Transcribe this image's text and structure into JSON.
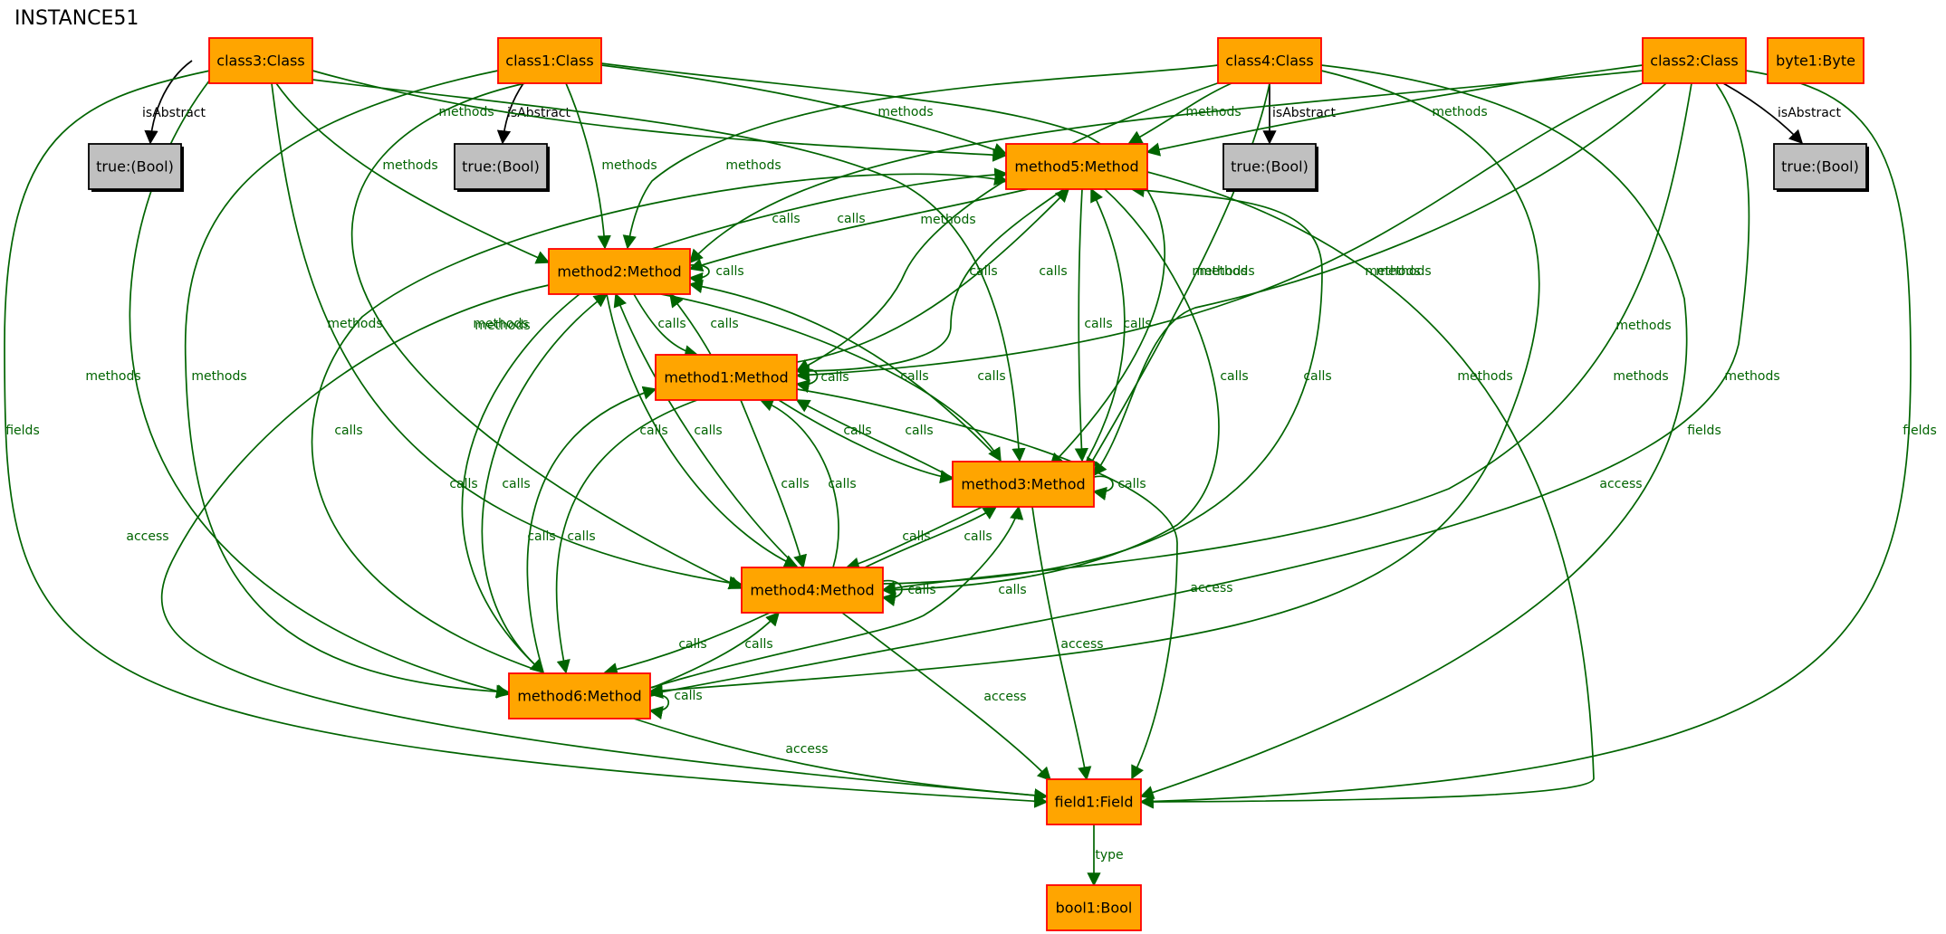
{
  "title": "INSTANCE51",
  "colors": {
    "object_fill": "#ffa500",
    "value_fill": "#c0c0c0",
    "node_border": "#ff0000",
    "value_border": "#000000",
    "edge_green": "#006400",
    "edge_black": "#000000",
    "label_green": "#006400",
    "label_black": "#000000"
  },
  "nodes": [
    {
      "id": "class3",
      "label": "class3:Class",
      "kind": "object"
    },
    {
      "id": "class1",
      "label": "class1:Class",
      "kind": "object"
    },
    {
      "id": "class4",
      "label": "class4:Class",
      "kind": "object"
    },
    {
      "id": "class2",
      "label": "class2:Class",
      "kind": "object"
    },
    {
      "id": "byte1",
      "label": "byte1:Byte",
      "kind": "object"
    },
    {
      "id": "true3",
      "label": "true:(Bool)",
      "kind": "value"
    },
    {
      "id": "true1",
      "label": "true:(Bool)",
      "kind": "value"
    },
    {
      "id": "true4",
      "label": "true:(Bool)",
      "kind": "value"
    },
    {
      "id": "true2",
      "label": "true:(Bool)",
      "kind": "value"
    },
    {
      "id": "method5",
      "label": "method5:Method",
      "kind": "object"
    },
    {
      "id": "method2",
      "label": "method2:Method",
      "kind": "object"
    },
    {
      "id": "method1",
      "label": "method1:Method",
      "kind": "object"
    },
    {
      "id": "method3",
      "label": "method3:Method",
      "kind": "object"
    },
    {
      "id": "method4",
      "label": "method4:Method",
      "kind": "object"
    },
    {
      "id": "method6",
      "label": "method6:Method",
      "kind": "object"
    },
    {
      "id": "field1",
      "label": "field1:Field",
      "kind": "object"
    },
    {
      "id": "bool1",
      "label": "bool1:Bool",
      "kind": "object"
    }
  ],
  "edges": [
    {
      "from": "class3",
      "to": "true3",
      "label": "isAbstract"
    },
    {
      "from": "class1",
      "to": "true1",
      "label": "isAbstract"
    },
    {
      "from": "class4",
      "to": "true4",
      "label": "isAbstract"
    },
    {
      "from": "class2",
      "to": "true2",
      "label": "isAbstract"
    },
    {
      "from": "class3",
      "to": "method5",
      "label": "methods"
    },
    {
      "from": "class3",
      "to": "method2",
      "label": "methods"
    },
    {
      "from": "class3",
      "to": "method4",
      "label": "methods"
    },
    {
      "from": "class3",
      "to": "method6",
      "label": "methods"
    },
    {
      "from": "class3",
      "to": "method3",
      "label": "methods"
    },
    {
      "from": "class3",
      "to": "field1",
      "label": "fields"
    },
    {
      "from": "class1",
      "to": "method5",
      "label": "methods"
    },
    {
      "from": "class1",
      "to": "method2",
      "label": "methods"
    },
    {
      "from": "class1",
      "to": "method4",
      "label": "methods"
    },
    {
      "from": "class1",
      "to": "method6",
      "label": "methods"
    },
    {
      "from": "class1",
      "to": "method3",
      "label": "methods"
    },
    {
      "from": "class4",
      "to": "method5",
      "label": "methods"
    },
    {
      "from": "class4",
      "to": "method2",
      "label": "methods"
    },
    {
      "from": "class4",
      "to": "method1",
      "label": "methods"
    },
    {
      "from": "class4",
      "to": "method3",
      "label": "methods"
    },
    {
      "from": "class4",
      "to": "method6",
      "label": "methods"
    },
    {
      "from": "class4",
      "to": "field1",
      "label": "fields"
    },
    {
      "from": "class2",
      "to": "method5",
      "label": "methods"
    },
    {
      "from": "class2",
      "to": "method2",
      "label": "methods"
    },
    {
      "from": "class2",
      "to": "method1",
      "label": "methods"
    },
    {
      "from": "class2",
      "to": "method3",
      "label": "methods"
    },
    {
      "from": "class2",
      "to": "method4",
      "label": "methods"
    },
    {
      "from": "class2",
      "to": "method6",
      "label": "methods"
    },
    {
      "from": "class2",
      "to": "field1",
      "label": "fields"
    },
    {
      "from": "method2",
      "to": "method5",
      "label": "calls"
    },
    {
      "from": "method5",
      "to": "method2",
      "label": "calls"
    },
    {
      "from": "method2",
      "to": "method2",
      "label": "calls"
    },
    {
      "from": "method2",
      "to": "method1",
      "label": "calls"
    },
    {
      "from": "method1",
      "to": "method2",
      "label": "calls"
    },
    {
      "from": "method2",
      "to": "method3",
      "label": "calls"
    },
    {
      "from": "method3",
      "to": "method2",
      "label": "calls"
    },
    {
      "from": "method2",
      "to": "method4",
      "label": "calls"
    },
    {
      "from": "method4",
      "to": "method2",
      "label": "calls"
    },
    {
      "from": "method2",
      "to": "method6",
      "label": "calls"
    },
    {
      "from": "method6",
      "to": "method2",
      "label": "calls"
    },
    {
      "from": "method2",
      "to": "field1",
      "label": "access"
    },
    {
      "from": "method5",
      "to": "method1",
      "label": "calls"
    },
    {
      "from": "method1",
      "to": "method5",
      "label": "calls"
    },
    {
      "from": "method5",
      "to": "method3",
      "label": "calls"
    },
    {
      "from": "method3",
      "to": "method5",
      "label": "calls"
    },
    {
      "from": "method5",
      "to": "method4",
      "label": "calls"
    },
    {
      "from": "method4",
      "to": "method5",
      "label": "calls"
    },
    {
      "from": "method6",
      "to": "method5",
      "label": "calls"
    },
    {
      "from": "method5",
      "to": "field1",
      "label": "access"
    },
    {
      "from": "method1",
      "to": "method1",
      "label": "calls"
    },
    {
      "from": "method1",
      "to": "method3",
      "label": "calls"
    },
    {
      "from": "method3",
      "to": "method1",
      "label": "calls"
    },
    {
      "from": "method1",
      "to": "method4",
      "label": "calls"
    },
    {
      "from": "method4",
      "to": "method1",
      "label": "calls"
    },
    {
      "from": "method1",
      "to": "method6",
      "label": "calls"
    },
    {
      "from": "method6",
      "to": "method1",
      "label": "calls"
    },
    {
      "from": "method1",
      "to": "field1",
      "label": "access"
    },
    {
      "from": "method3",
      "to": "method3",
      "label": "calls"
    },
    {
      "from": "method3",
      "to": "method4",
      "label": "calls"
    },
    {
      "from": "method4",
      "to": "method3",
      "label": "calls"
    },
    {
      "from": "method6",
      "to": "method3",
      "label": "calls"
    },
    {
      "from": "method3",
      "to": "field1",
      "label": "access"
    },
    {
      "from": "method4",
      "to": "method4",
      "label": "calls"
    },
    {
      "from": "method4",
      "to": "method6",
      "label": "calls"
    },
    {
      "from": "method6",
      "to": "method4",
      "label": "calls"
    },
    {
      "from": "method4",
      "to": "field1",
      "label": "access"
    },
    {
      "from": "method6",
      "to": "method6",
      "label": "calls"
    },
    {
      "from": "method6",
      "to": "field1",
      "label": "access"
    },
    {
      "from": "field1",
      "to": "bool1",
      "label": "type"
    }
  ]
}
